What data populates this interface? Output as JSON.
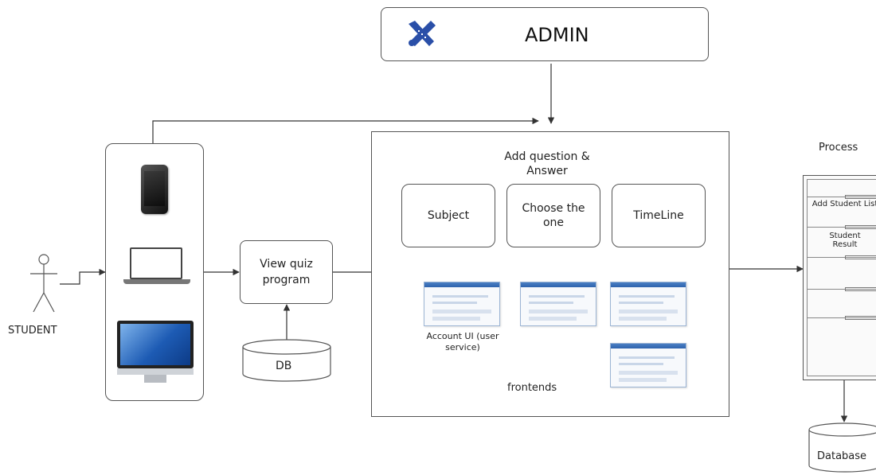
{
  "admin": {
    "title": "ADMIN",
    "logo_icon": "crossed-tools-icon"
  },
  "student": {
    "label": "STUDENT",
    "icon": "person-icon"
  },
  "devices": [
    {
      "name": "phone-icon"
    },
    {
      "name": "laptop-icon"
    },
    {
      "name": "monitor-icon"
    }
  ],
  "view_quiz": {
    "label": "View quiz program"
  },
  "db": {
    "label": "DB"
  },
  "frontend_panel": {
    "heading": "Add question & Answer",
    "buttons": [
      {
        "label": "Subject"
      },
      {
        "label": "Choose the one"
      },
      {
        "label": "TimeLine"
      }
    ],
    "account_label": "Account UI (user service)",
    "footer_label": "frontends"
  },
  "process": {
    "title": "Process",
    "items": [
      {
        "label": "Add Student List"
      },
      {
        "label": "Student Result"
      }
    ]
  },
  "database": {
    "label": "Database"
  },
  "colors": {
    "line": "#333333",
    "screen_blue": "#2f64ad",
    "admin_logo": "#2a4fa8"
  }
}
